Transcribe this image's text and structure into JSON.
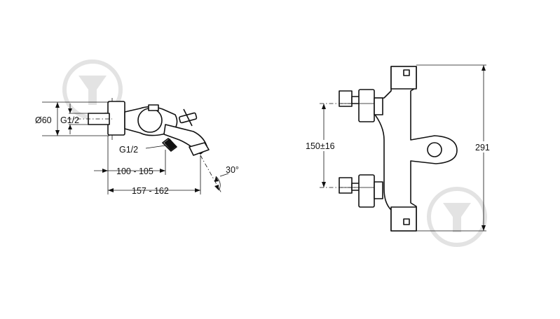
{
  "side_view": {
    "diameter_label": "Ø60",
    "inlet_thread_label": "G1/2",
    "outlet_thread_label": "G1/2",
    "projection_short_label": "100 - 105",
    "projection_long_label": "157 - 162",
    "spout_angle_label": "30°"
  },
  "front_view": {
    "inlet_spacing_label": "150±16",
    "height_label": "291"
  },
  "colors": {
    "line": "#111111",
    "background": "#ffffff",
    "watermark": "#e3e3e3"
  }
}
